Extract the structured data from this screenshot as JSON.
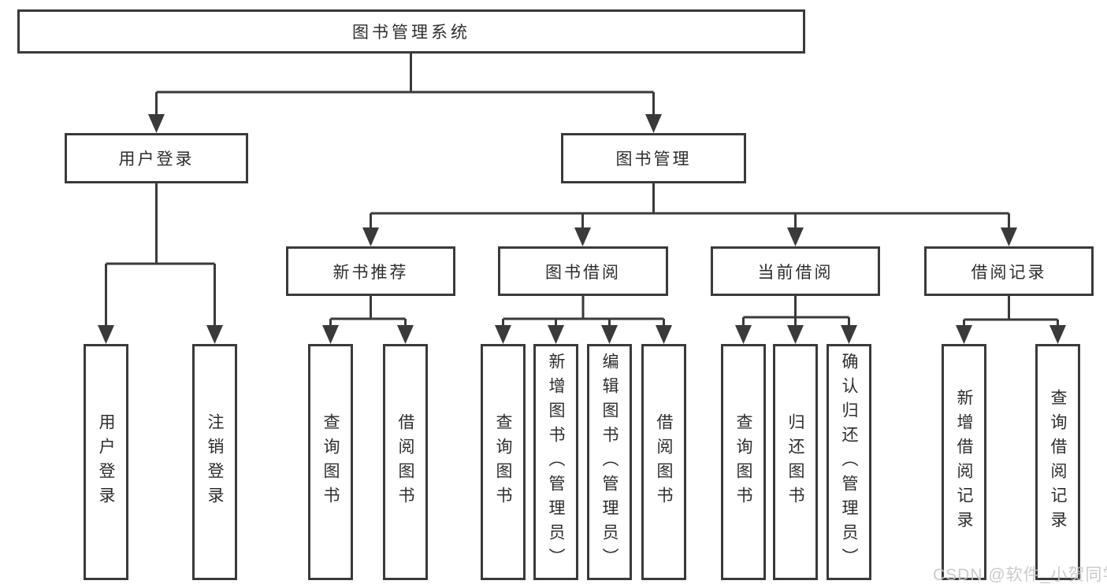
{
  "tree": {
    "label": "图书管理系统",
    "children": [
      {
        "label": "用户登录",
        "children": [
          {
            "label": "用户登录"
          },
          {
            "label": "注销登录"
          }
        ]
      },
      {
        "label": "图书管理",
        "children": [
          {
            "label": "新书推荐",
            "children": [
              {
                "label": "查询图书"
              },
              {
                "label": "借阅图书"
              }
            ]
          },
          {
            "label": "图书借阅",
            "children": [
              {
                "label": "查询图书"
              },
              {
                "label": "新增图书（管理员）"
              },
              {
                "label": "编辑图书（管理员）"
              },
              {
                "label": "借阅图书"
              }
            ]
          },
          {
            "label": "当前借阅",
            "children": [
              {
                "label": "查询图书"
              },
              {
                "label": "归还图书"
              },
              {
                "label": "确认归还（管理员）"
              }
            ]
          },
          {
            "label": "借阅记录",
            "children": [
              {
                "label": "新增借阅记录"
              },
              {
                "label": "查询借阅记录"
              }
            ]
          }
        ]
      }
    ]
  },
  "watermark": {
    "text": "CSDN @软件_小贺同学"
  },
  "colors": {
    "line": "#3a3a3a",
    "text": "#2d2d2d",
    "background": "#ffffff",
    "watermark": "#c6c6c6"
  }
}
